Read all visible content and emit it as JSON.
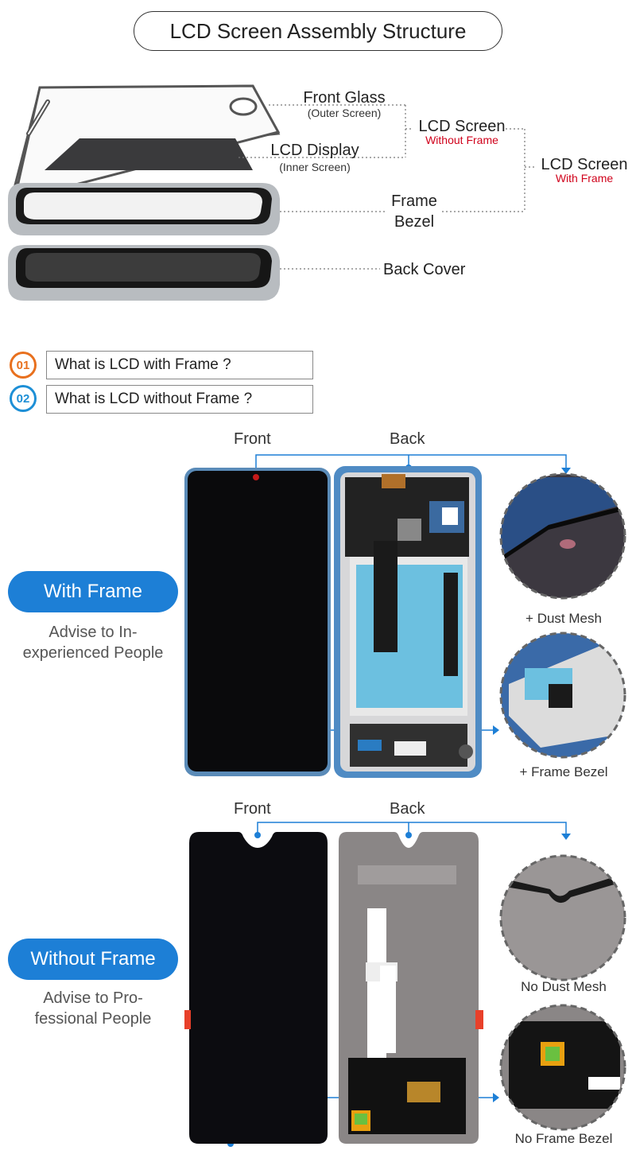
{
  "title": "LCD Screen Assembly Structure",
  "assembly": {
    "front_glass": "Front Glass",
    "front_glass_sub": "(Outer Screen)",
    "lcd_display": "LCD Display",
    "lcd_display_sub": "(Inner Screen)",
    "frame_bezel_1": "Frame",
    "frame_bezel_2": "Bezel",
    "back_cover": "Back Cover",
    "lcd_screen_a": "LCD Screen",
    "without_frame_red": "Without Frame",
    "lcd_screen_b": "LCD Screen",
    "with_frame_red": "With Frame"
  },
  "questions": [
    {
      "num": "01",
      "text": "What is LCD with Frame ?",
      "color": "#e8701e"
    },
    {
      "num": "02",
      "text": "What is LCD without Frame ?",
      "color": "#1d8fd6"
    }
  ],
  "with_frame": {
    "pill": "With Frame",
    "advise_1": "Advise to In-",
    "advise_2": "experienced People",
    "front": "Front",
    "back": "Back",
    "cap_1": "+ Dust Mesh",
    "cap_2": "+ Frame Bezel"
  },
  "without_frame": {
    "pill": "Without Frame",
    "advise_1": "Advise to Pro-",
    "advise_2": "fessional People",
    "front": "Front",
    "back": "Back",
    "cap_1": "No Dust Mesh",
    "cap_2": "No Frame Bezel"
  },
  "colors": {
    "accent": "#1d7fd6",
    "red": "#d0021b",
    "orange": "#e8701e"
  }
}
